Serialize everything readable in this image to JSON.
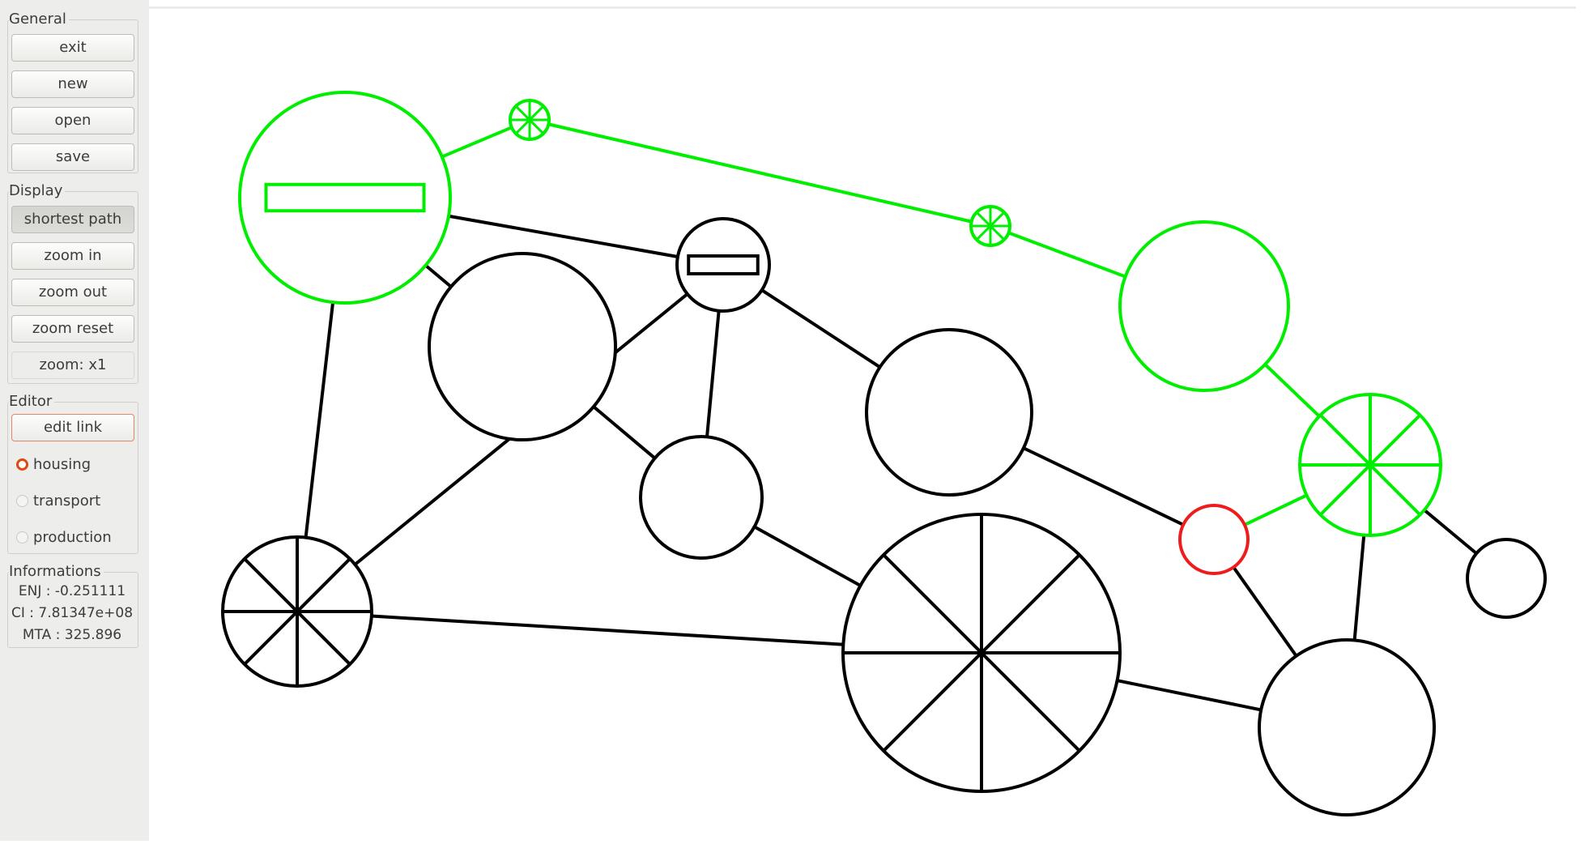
{
  "sidebar": {
    "general": {
      "label": "General",
      "buttons": [
        "exit",
        "new",
        "open",
        "save"
      ]
    },
    "display": {
      "label": "Display",
      "buttons": [
        "shortest path",
        "zoom in",
        "zoom out",
        "zoom reset"
      ],
      "zoom_readout": "zoom: x1"
    },
    "editor": {
      "label": "Editor",
      "edit_link": "edit link",
      "radios": [
        {
          "label": "housing",
          "selected": true
        },
        {
          "label": "transport",
          "selected": false
        },
        {
          "label": "production",
          "selected": false
        }
      ]
    },
    "informations": {
      "label": "Informations",
      "lines": [
        "ENJ : -0.251111",
        "CI : 7.81347e+08",
        "MTA : 325.896"
      ]
    }
  },
  "graph": {
    "colors": {
      "default": "#000000",
      "path": "#00ee00",
      "selected": "#ee1c1c"
    },
    "nodes": [
      {
        "id": 0,
        "type": "production",
        "state": "path"
      },
      {
        "id": 1,
        "type": "transport",
        "state": "path"
      },
      {
        "id": 2,
        "type": "transport",
        "state": "path"
      },
      {
        "id": 3,
        "type": "housing",
        "state": "path"
      },
      {
        "id": 4,
        "type": "production",
        "state": "normal"
      },
      {
        "id": 5,
        "type": "housing",
        "state": "normal"
      },
      {
        "id": 6,
        "type": "housing",
        "state": "normal"
      },
      {
        "id": 7,
        "type": "housing",
        "state": "normal"
      },
      {
        "id": 8,
        "type": "transport",
        "state": "normal"
      },
      {
        "id": 9,
        "type": "transport",
        "state": "normal"
      },
      {
        "id": 10,
        "type": "housing",
        "state": "selected"
      },
      {
        "id": 11,
        "type": "transport",
        "state": "path"
      },
      {
        "id": 12,
        "type": "housing",
        "state": "normal"
      },
      {
        "id": 13,
        "type": "housing",
        "state": "normal"
      },
      {
        "id": 14,
        "type": "housing",
        "state": "normal"
      }
    ],
    "links": [
      {
        "from": 0,
        "to": 1,
        "state": "path"
      },
      {
        "from": 1,
        "to": 2,
        "state": "path"
      },
      {
        "from": 2,
        "to": 3,
        "state": "path"
      },
      {
        "from": 3,
        "to": 11,
        "state": "path"
      },
      {
        "from": 11,
        "to": 10,
        "state": "path"
      },
      {
        "from": 0,
        "to": 5,
        "state": "normal"
      },
      {
        "from": 0,
        "to": 4,
        "state": "normal"
      },
      {
        "from": 0,
        "to": 8,
        "state": "normal"
      },
      {
        "from": 4,
        "to": 7,
        "state": "normal"
      },
      {
        "from": 4,
        "to": 6,
        "state": "normal"
      },
      {
        "from": 5,
        "to": 7,
        "state": "normal"
      },
      {
        "from": 7,
        "to": 9,
        "state": "normal"
      },
      {
        "from": 4,
        "to": 8,
        "state": "normal"
      },
      {
        "from": 8,
        "to": 9,
        "state": "normal"
      },
      {
        "from": 6,
        "to": 10,
        "state": "normal"
      },
      {
        "from": 9,
        "to": 13,
        "state": "normal"
      },
      {
        "from": 10,
        "to": 13,
        "state": "normal"
      },
      {
        "from": 11,
        "to": 12,
        "state": "normal"
      },
      {
        "from": 11,
        "to": 13,
        "state": "normal"
      }
    ]
  }
}
